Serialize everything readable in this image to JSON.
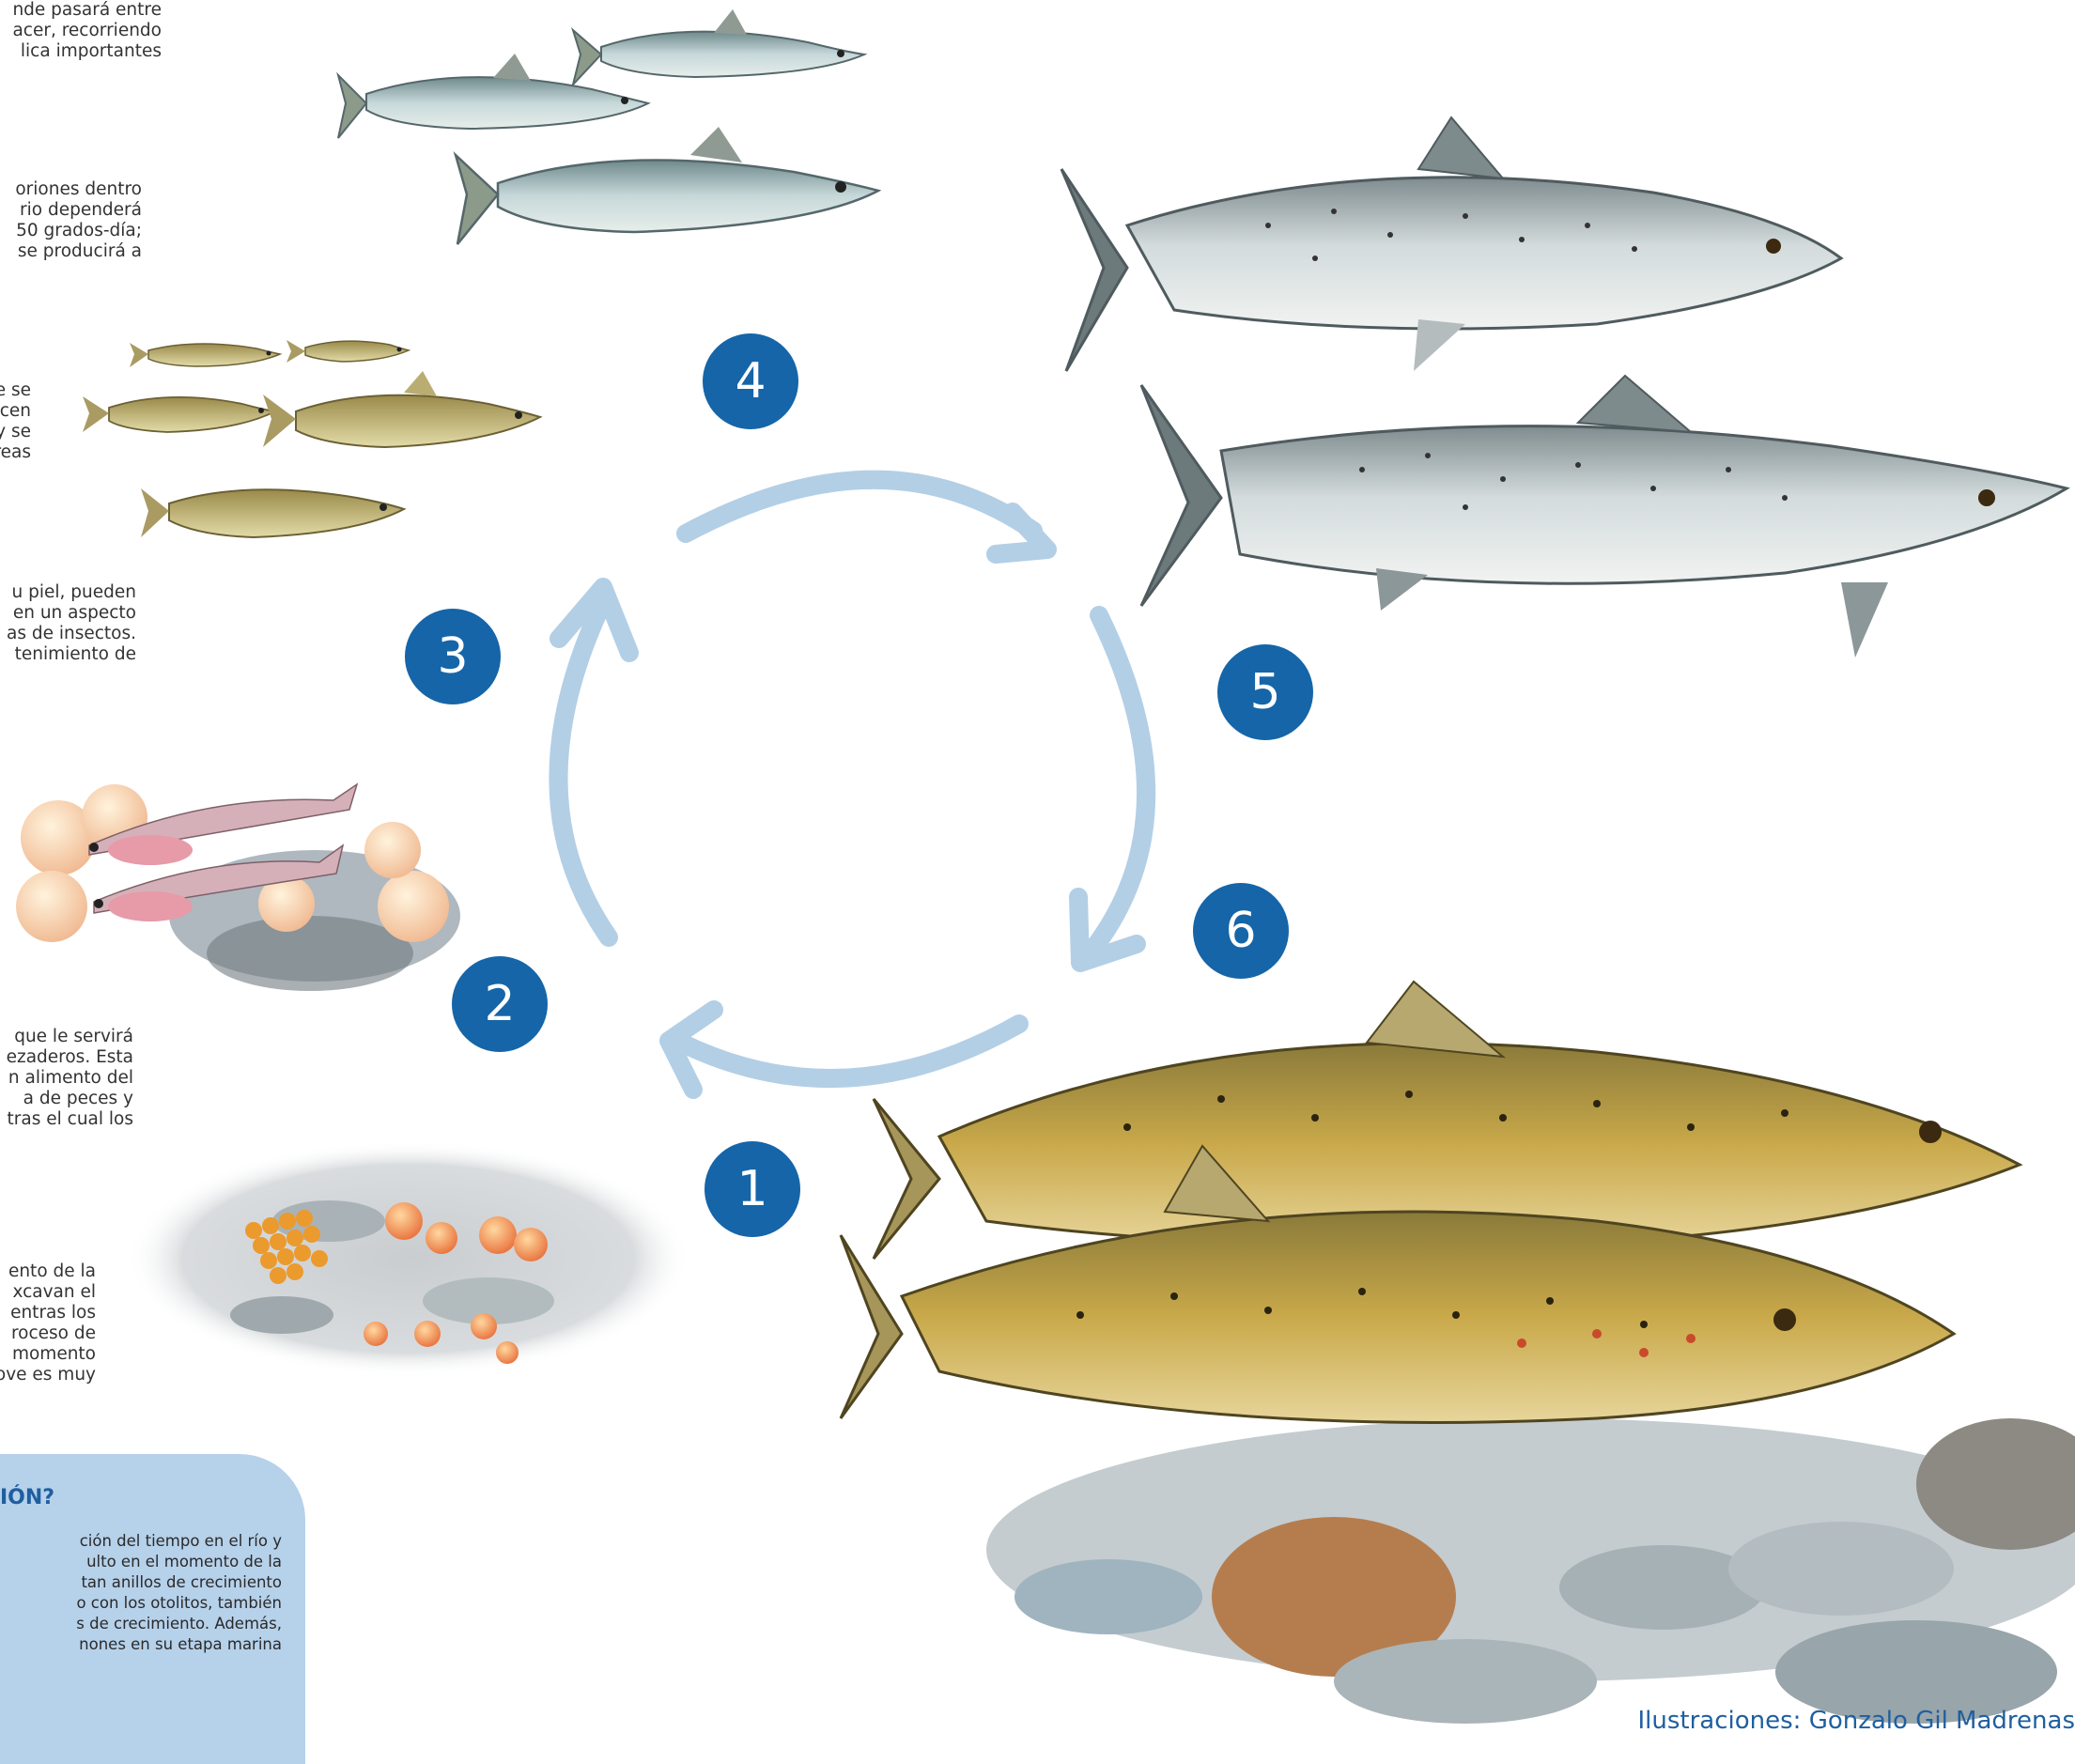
{
  "text_blocks": {
    "intro": "nde pasará entre\nacer, recorriendo\nlica importantes",
    "stage3_eggs": "oriones dentro\nrio dependerá\n50 grados-día;\nse producirá a",
    "stage_parr": "e se\ncen\ny se\nreas",
    "stage_skin": "u piel, pueden\nen un aspecto\nas de insectos.\ntenimiento de",
    "stage_food": "que le servirá\nezaderos. Esta\nn alimento del\na de peces y\ntras el cual los",
    "stage_spawn": "ento de la\nxcavan el\nentras los\nroceso de\nmomento\nove es muy"
  },
  "badges": [
    "1",
    "2",
    "3",
    "4",
    "5",
    "6"
  ],
  "infobox": {
    "title": "IÓN?",
    "body": "ción del tiempo en el río y\nulto en el momento de la\ntan anillos de crecimiento\no con los otolitos, también\ns de crecimiento. Además,\nnones en su etapa marina"
  },
  "credit": "Ilustraciones: Gonzalo Gil Madrenas",
  "colors": {
    "badge": "#1565a8",
    "arrow": "#b3cfe6",
    "infobox": "#b6d1ea",
    "credit": "#1f5fa0"
  }
}
